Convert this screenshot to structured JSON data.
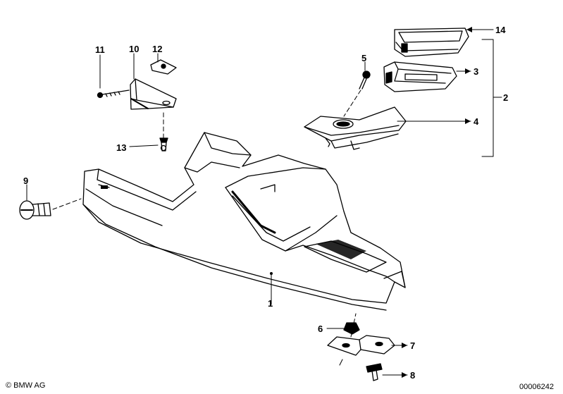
{
  "labels": {
    "p1": "1",
    "p2": "2",
    "p3": "3",
    "p4": "4",
    "p5": "5",
    "p6": "6",
    "p7": "7",
    "p8": "8",
    "p9": "9",
    "p10": "10",
    "p11": "11",
    "p12": "12",
    "p13": "13",
    "p14": "14"
  },
  "footer": {
    "copyright": "© BMW AG",
    "diagram_number": "00006242"
  },
  "colors": {
    "ink": "#000000",
    "paper": "#ffffff"
  }
}
